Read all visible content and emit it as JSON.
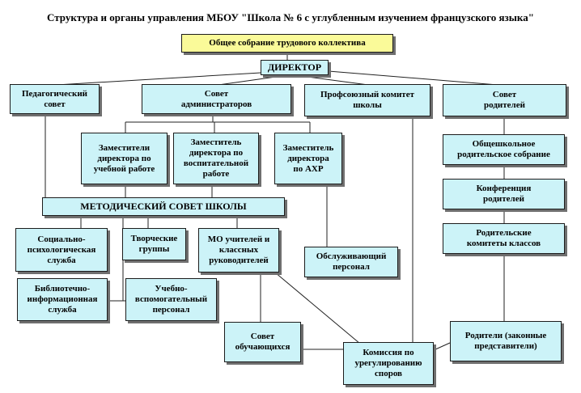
{
  "title": "Структура и органы управления МБОУ \"Школа № 6 с углубленным изучением французского языка\"",
  "colors": {
    "box_fill": "#ccf3f8",
    "top_box_fill": "#fafa99",
    "border": "#1c1c1c",
    "shadow": "#6f6f6f"
  },
  "nodes": {
    "general_meeting": "Общее собрание трудового коллектива",
    "director": "ДИРЕКТОР",
    "ped_council": "Педагогический\nсовет",
    "admin_council": "Совет\nадминистраторов",
    "union_committee": "Профсоюзный комитет\nшколы",
    "parents_council": "Совет\nродителей",
    "deputy_education": "Заместители\nдиректора по\nучебной работе",
    "deputy_upbringing": "Заместитель\nдиректора по\nвоспитательной\nработе",
    "deputy_ahr": "Заместитель\nдиректора\nпо АХР",
    "method_council": "МЕТОДИЧЕСКИЙ СОВЕТ ШКОЛЫ",
    "social_psych": "Социально-\nпсихологическая\nслужба",
    "creative_groups": "Творческие\nгруппы",
    "mo_teachers": "МО учителей  и\nклассных\nруководителей",
    "service_staff": "Обслуживающий\nперсонал",
    "library_service": "Библиотечно-\nинформационная\nслужба",
    "support_staff": "Учебно-\nвспомогательный\nперсонал",
    "student_council": "Совет\nобучающихся",
    "dispute_commission": "Комиссия по\nурегулированию\nспоров",
    "parents_representatives": "Родители (законные\nпредставители)",
    "school_parent_meeting": "Общешкольное\nродительское собрание",
    "parent_conference": "Конференция\nродителей",
    "class_parent_committees": "Родительские\nкомитеты классов"
  }
}
